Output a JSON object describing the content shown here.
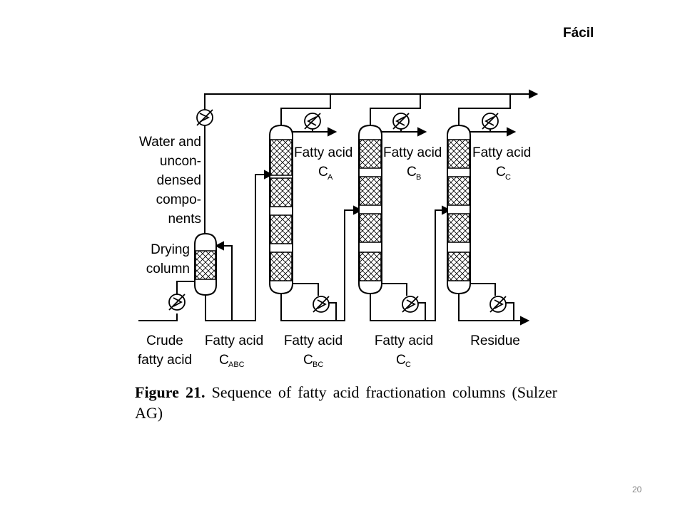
{
  "slide": {
    "tag": "Fácil",
    "page_number": "20"
  },
  "diagram": {
    "water_label_lines": [
      "Water and",
      "uncon-",
      "densed",
      "compo-",
      "nents"
    ],
    "drying_label_lines": [
      "Drying",
      "column"
    ],
    "products": [
      {
        "main": "Fatty acid",
        "letter": "C",
        "subscript": "A"
      },
      {
        "main": "Fatty acid",
        "letter": "C",
        "subscript": "B"
      },
      {
        "main": "Fatty acid",
        "letter": "C",
        "subscript": "C"
      }
    ],
    "bottom_labels": {
      "crude": [
        "Crude",
        "fatty acid"
      ],
      "feed1": {
        "main": "Fatty acid",
        "letter": "C",
        "subscript": "ABC"
      },
      "feed2": {
        "main": "Fatty acid",
        "letter": "C",
        "subscript": "BC"
      },
      "feed3": {
        "main": "Fatty acid",
        "letter": "C",
        "subscript": "C"
      },
      "residue": "Residue"
    }
  },
  "caption": {
    "label": "Figure 21.",
    "text": "Sequence of fatty acid fractionation columns (Sulzer AG)"
  }
}
